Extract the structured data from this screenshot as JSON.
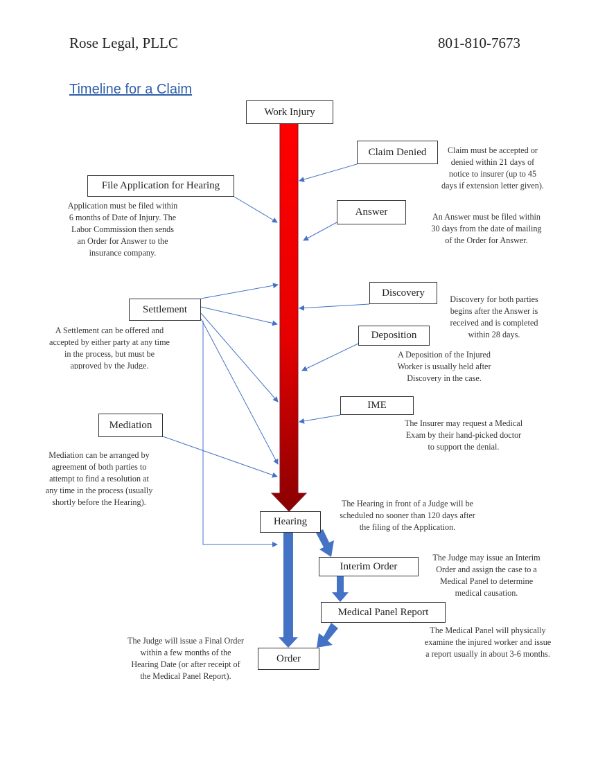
{
  "header": {
    "firm": "Rose Legal, PLLC",
    "phone": "801-810-7673"
  },
  "title": "Timeline for a Claim",
  "colors": {
    "main_arrow_top": "#ff0000",
    "main_arrow_bottom": "#8b0000",
    "blue_arrow": "#4472c4",
    "title": "#2f5fa8"
  },
  "steps": {
    "work_injury": "Work Injury",
    "claim_denied": "Claim Denied",
    "file_application": "File Application for Hearing",
    "answer": "Answer",
    "settlement": "Settlement",
    "discovery": "Discovery",
    "deposition": "Deposition",
    "ime": "IME",
    "mediation": "Mediation",
    "hearing": "Hearing",
    "interim_order": "Interim Order",
    "medical_panel_report": "Medical Panel Report",
    "order": "Order"
  },
  "notes": {
    "claim_denied": [
      "Claim must be accepted or",
      "denied within 21 days of",
      "notice to insurer (up to 45",
      "days if extension letter given)."
    ],
    "file_application": [
      "Application must be filed within",
      "6 months of Date of Injury. The",
      "Labor Commission then sends",
      "an Order for Answer to the",
      "insurance company."
    ],
    "answer": [
      "An Answer must be filed within",
      "30 days from the date of mailing",
      "of the Order for Answer."
    ],
    "settlement": [
      "A Settlement can be offered and",
      "accepted by either party at any time",
      "in the process, but must be",
      "approved by the Judge."
    ],
    "discovery": [
      "Discovery for both parties",
      "begins after the Answer is",
      "received and is completed",
      "within 28 days."
    ],
    "deposition": [
      "A Deposition of the Injured",
      "Worker is usually held after",
      "Discovery in the case."
    ],
    "ime": [
      "The Insurer may request a Medical",
      "Exam by their hand-picked doctor",
      "to support the denial."
    ],
    "mediation": [
      "Mediation can be arranged by",
      "agreement of both parties to",
      "attempt to find a resolution at",
      "any time in the process (usually",
      "shortly before the Hearing)."
    ],
    "hearing": [
      "The Hearing in front of a Judge will be",
      "scheduled no sooner than 120 days after",
      "the filing of the Application."
    ],
    "interim_order": [
      "The Judge may issue an Interim",
      "Order and assign the case to a",
      "Medical Panel to determine",
      "medical causation."
    ],
    "medical_panel_report": [
      "The Medical Panel will physically",
      "examine the injured worker and issue",
      "a report usually in about 3-6 months."
    ],
    "order": [
      "The Judge will issue a Final Order",
      "within a few months of the",
      "Hearing Date (or after receipt of",
      "the Medical Panel Report)."
    ]
  }
}
